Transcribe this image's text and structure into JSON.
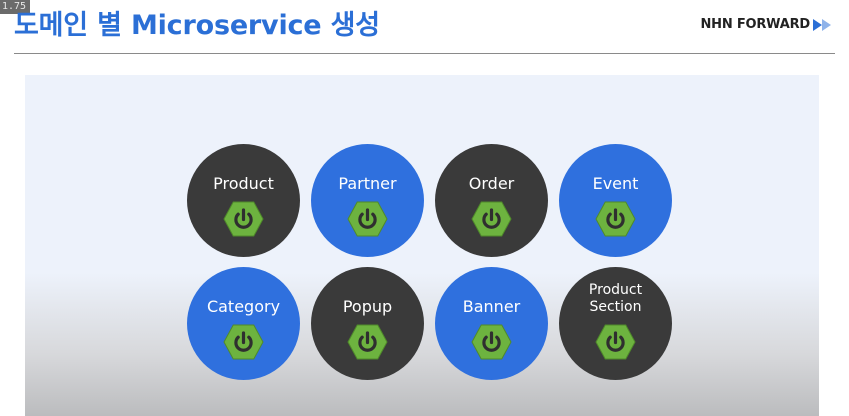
{
  "overlay": {
    "zoom_label": "1.75"
  },
  "header": {
    "title": "도메인 별 Microservice 생성",
    "brand": "NHN FORWARD",
    "brand_icon": "double-play-arrow-icon"
  },
  "colors": {
    "title_blue": "#2b6fd6",
    "circle_dark": "#3a3a3a",
    "circle_blue": "#2f70de",
    "spring_green": "#6db33f",
    "panel_bg": "#edf2fb"
  },
  "services": [
    {
      "label": "Product",
      "variant": "dark",
      "icon": "spring-boot-icon"
    },
    {
      "label": "Partner",
      "variant": "blue",
      "icon": "spring-boot-icon"
    },
    {
      "label": "Order",
      "variant": "dark",
      "icon": "spring-boot-icon"
    },
    {
      "label": "Event",
      "variant": "blue",
      "icon": "spring-boot-icon"
    },
    {
      "label": "Category",
      "variant": "blue",
      "icon": "spring-boot-icon"
    },
    {
      "label": "Popup",
      "variant": "dark",
      "icon": "spring-boot-icon"
    },
    {
      "label": "Banner",
      "variant": "blue",
      "icon": "spring-boot-icon"
    },
    {
      "label": "Product\nSection",
      "variant": "dark",
      "icon": "spring-boot-icon"
    }
  ]
}
